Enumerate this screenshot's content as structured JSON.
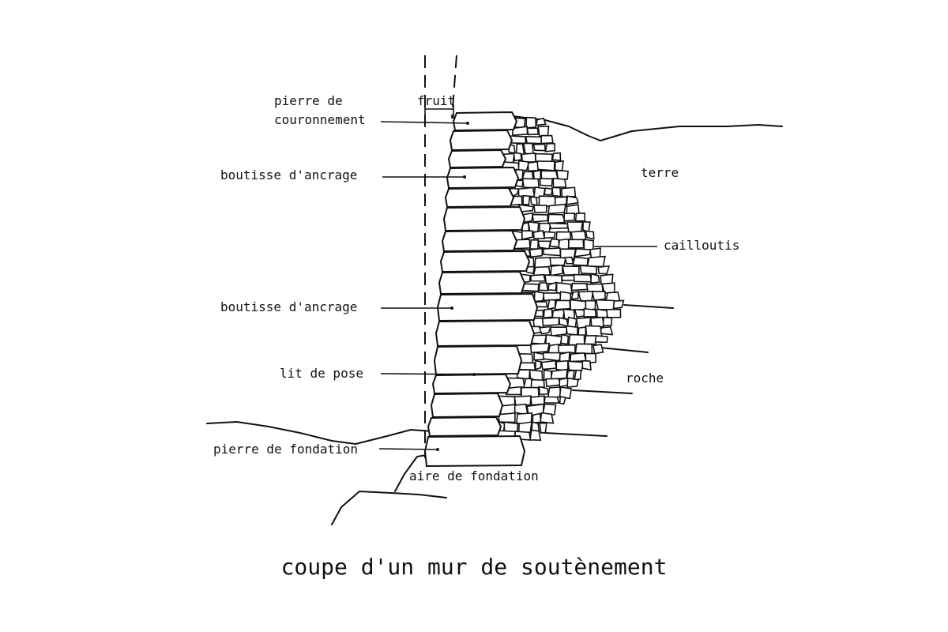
{
  "labels": {
    "fruit": "fruit",
    "pierre_couronnement": "pierre de\ncouronnement",
    "boutisse_top": "boutisse d'ancrage",
    "boutisse_mid": "boutisse d'ancrage",
    "lit_de_pose": "lit de pose",
    "pierre_fondation": "pierre de fondation",
    "aire_fondation": "aire de fondation",
    "terre": "terre",
    "cailloutis": "cailloutis",
    "roche": "roche"
  },
  "caption": "coupe d'un mur de soutènement",
  "colors": {
    "ink": "#111111",
    "background": "#ffffff"
  }
}
